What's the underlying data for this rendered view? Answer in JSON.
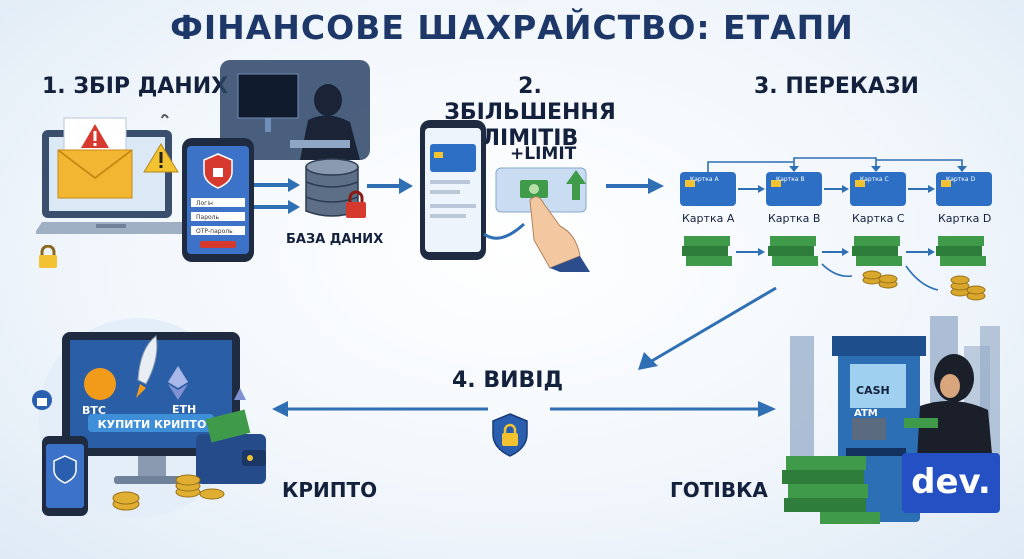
{
  "title": "ФІНАНСОВЕ ШАХРАЙСТВО: ЕТАПИ",
  "steps": {
    "collect": "1. ЗБІР ДАНИХ",
    "limits_line1": "2. ЗБІЛЬШЕННЯ",
    "limits_line2": "ЛІМІТІВ",
    "transfers": "3. ПЕРЕКАЗИ",
    "withdraw": "4. ВИВІД"
  },
  "phishing_form": {
    "login": "Логін",
    "password": "Пароль",
    "otp": "ОТР-пароль"
  },
  "database_label": "БАЗА ДАНИХ",
  "limit_label": "+LIMIT",
  "cards": [
    {
      "chip": "Картка A",
      "label": "Картка A"
    },
    {
      "chip": "Картка B",
      "label": "Картка B"
    },
    {
      "chip": "Картка C",
      "label": "Картка C"
    },
    {
      "chip": "Картка D",
      "label": "Картка D"
    }
  ],
  "crypto_screen": {
    "btc": "BTC",
    "eth": "ETH",
    "buy": "КУПИТИ КРИПТО"
  },
  "atm": {
    "cash": "CASH",
    "atm": "ATM"
  },
  "outcomes": {
    "crypto": "КРИПТО",
    "cash": "ГОТІВКА"
  },
  "logo_text": "dev.",
  "colors": {
    "title": "#1d3868",
    "arrow": "#2f6fb3",
    "card": "#2c6fc4",
    "money": "#3f9b4a",
    "alert": "#f2c230"
  }
}
